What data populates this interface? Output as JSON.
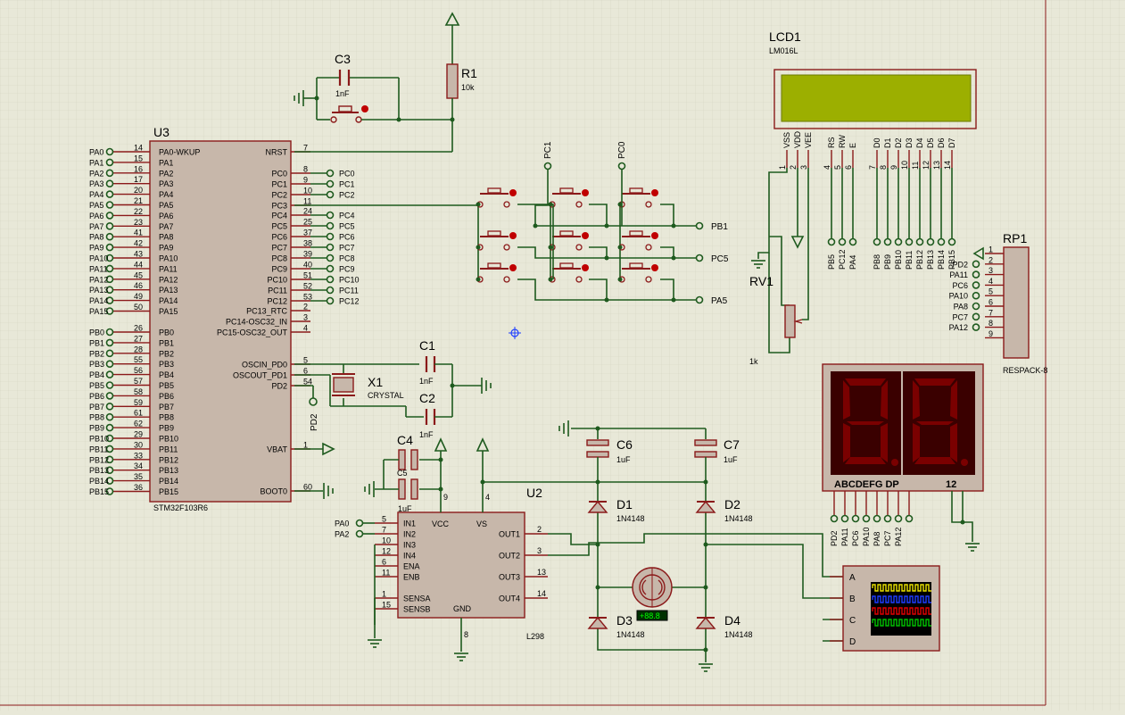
{
  "u3": {
    "ref": "U3",
    "part": "STM32F103R6",
    "left_pins": [
      {
        "net": "PA0",
        "num": "14",
        "name": "PA0-WKUP"
      },
      {
        "net": "PA1",
        "num": "15",
        "name": "PA1"
      },
      {
        "net": "PA2",
        "num": "16",
        "name": "PA2"
      },
      {
        "net": "PA3",
        "num": "17",
        "name": "PA3"
      },
      {
        "net": "PA4",
        "num": "20",
        "name": "PA4"
      },
      {
        "net": "PA5",
        "num": "21",
        "name": "PA5"
      },
      {
        "net": "PA6",
        "num": "22",
        "name": "PA6"
      },
      {
        "net": "PA7",
        "num": "23",
        "name": "PA7"
      },
      {
        "net": "PA8",
        "num": "41",
        "name": "PA8"
      },
      {
        "net": "PA9",
        "num": "42",
        "name": "PA9"
      },
      {
        "net": "PA10",
        "num": "43",
        "name": "PA10"
      },
      {
        "net": "PA11",
        "num": "44",
        "name": "PA11"
      },
      {
        "net": "PA12",
        "num": "45",
        "name": "PA12"
      },
      {
        "net": "PA13",
        "num": "46",
        "name": "PA13"
      },
      {
        "net": "PA14",
        "num": "49",
        "name": "PA14"
      },
      {
        "net": "PA15",
        "num": "50",
        "name": "PA15"
      },
      {
        "net": "PB0",
        "num": "26",
        "name": "PB0"
      },
      {
        "net": "PB1",
        "num": "27",
        "name": "PB1"
      },
      {
        "net": "PB2",
        "num": "28",
        "name": "PB2"
      },
      {
        "net": "PB3",
        "num": "55",
        "name": "PB3"
      },
      {
        "net": "PB4",
        "num": "56",
        "name": "PB4"
      },
      {
        "net": "PB5",
        "num": "57",
        "name": "PB5"
      },
      {
        "net": "PB6",
        "num": "58",
        "name": "PB6"
      },
      {
        "net": "PB7",
        "num": "59",
        "name": "PB7"
      },
      {
        "net": "PB8",
        "num": "61",
        "name": "PB8"
      },
      {
        "net": "PB9",
        "num": "62",
        "name": "PB9"
      },
      {
        "net": "PB10",
        "num": "29",
        "name": "PB10"
      },
      {
        "net": "PB11",
        "num": "30",
        "name": "PB11"
      },
      {
        "net": "PB12",
        "num": "33",
        "name": "PB12"
      },
      {
        "net": "PB13",
        "num": "34",
        "name": "PB13"
      },
      {
        "net": "PB14",
        "num": "35",
        "name": "PB14"
      },
      {
        "net": "PB15",
        "num": "36",
        "name": "PB15"
      }
    ],
    "right_pins": [
      {
        "net": "",
        "num": "7",
        "name": "NRST"
      },
      {
        "net": "PC0",
        "num": "8",
        "name": "PC0"
      },
      {
        "net": "PC1",
        "num": "9",
        "name": "PC1"
      },
      {
        "net": "PC2",
        "num": "10",
        "name": "PC2"
      },
      {
        "net": "",
        "num": "11",
        "name": "PC3"
      },
      {
        "net": "PC4",
        "num": "24",
        "name": "PC4"
      },
      {
        "net": "PC5",
        "num": "25",
        "name": "PC5"
      },
      {
        "net": "PC6",
        "num": "37",
        "name": "PC6"
      },
      {
        "net": "PC7",
        "num": "38",
        "name": "PC7"
      },
      {
        "net": "PC8",
        "num": "39",
        "name": "PC8"
      },
      {
        "net": "PC9",
        "num": "40",
        "name": "PC9"
      },
      {
        "net": "PC10",
        "num": "51",
        "name": "PC10"
      },
      {
        "net": "PC11",
        "num": "52",
        "name": "PC11"
      },
      {
        "net": "PC12",
        "num": "53",
        "name": "PC12"
      },
      {
        "net": "",
        "num": "2",
        "name": "PC13_RTC"
      },
      {
        "net": "",
        "num": "3",
        "name": "PC14-OSC32_IN"
      },
      {
        "net": "",
        "num": "4",
        "name": "PC15-OSC32_OUT"
      },
      {
        "net": "",
        "num": "5",
        "name": "OSCIN_PD0"
      },
      {
        "net": "",
        "num": "6",
        "name": "OSCOUT_PD1"
      },
      {
        "net": "",
        "num": "54",
        "name": "PD2"
      },
      {
        "net": "",
        "num": "1",
        "name": "VBAT"
      },
      {
        "net": "",
        "num": "60",
        "name": "BOOT0"
      }
    ],
    "pd2_net": "PD2"
  },
  "r1": {
    "ref": "R1",
    "value": "10k"
  },
  "c3": {
    "ref": "C3",
    "value": "1nF"
  },
  "c1": {
    "ref": "C1",
    "value": "1nF"
  },
  "c2": {
    "ref": "C2",
    "value": "1nF"
  },
  "x1": {
    "ref": "X1",
    "value": "CRYSTAL"
  },
  "c4": {
    "ref": "C4",
    "value": "1uF"
  },
  "c5": {
    "ref": "C5"
  },
  "c6": {
    "ref": "C6",
    "value": "1uF"
  },
  "c7": {
    "ref": "C7",
    "value": "1uF"
  },
  "keypad": {
    "col_nets": [
      "PC1",
      "PC0"
    ],
    "row_nets": [
      "PB1",
      "PC5",
      "PA5"
    ]
  },
  "lcd": {
    "ref": "LCD1",
    "part": "LM016L",
    "pins": [
      {
        "name": "VSS",
        "num": "1"
      },
      {
        "name": "VDD",
        "num": "2"
      },
      {
        "name": "VEE",
        "num": "3"
      },
      {
        "name": "RS",
        "num": "4"
      },
      {
        "name": "RW",
        "num": "5"
      },
      {
        "name": "E",
        "num": "6"
      },
      {
        "name": "D0",
        "num": "7"
      },
      {
        "name": "D1",
        "num": "8"
      },
      {
        "name": "D2",
        "num": "9"
      },
      {
        "name": "D3",
        "num": "10"
      },
      {
        "name": "D4",
        "num": "11"
      },
      {
        "name": "D5",
        "num": "12"
      },
      {
        "name": "D6",
        "num": "13"
      },
      {
        "name": "D7",
        "num": "14"
      }
    ],
    "nets": [
      "PB5",
      "PC12",
      "PA4",
      "PB8",
      "PB9",
      "PB10",
      "PB11",
      "PB12",
      "PB13",
      "PB14",
      "PB15"
    ]
  },
  "rv1": {
    "ref": "RV1",
    "value": "1k"
  },
  "rp1": {
    "ref": "RP1",
    "part": "RESPACK-8",
    "pins": [
      {
        "num": "1",
        "net": ""
      },
      {
        "num": "2",
        "net": "PD2"
      },
      {
        "num": "3",
        "net": "PA11"
      },
      {
        "num": "4",
        "net": "PC6"
      },
      {
        "num": "5",
        "net": "PA10"
      },
      {
        "num": "6",
        "net": "PA8"
      },
      {
        "num": "7",
        "net": "PC7"
      },
      {
        "num": "8",
        "net": "PA12"
      },
      {
        "num": "9",
        "net": ""
      }
    ]
  },
  "seg": {
    "segment_label": "ABCDEFG  DP",
    "digit_label": "12",
    "nets": [
      "PD2",
      "PA11",
      "PC6",
      "PA10",
      "PA8",
      "PC7",
      "PA12"
    ]
  },
  "u2": {
    "ref": "U2",
    "part": "L298",
    "left_pins": [
      {
        "net": "PA0",
        "num": "5",
        "name": "IN1"
      },
      {
        "net": "PA2",
        "num": "7",
        "name": "IN2"
      },
      {
        "net": "",
        "num": "10",
        "name": "IN3"
      },
      {
        "net": "",
        "num": "12",
        "name": "IN4"
      },
      {
        "net": "",
        "num": "6",
        "name": "ENA"
      },
      {
        "net": "",
        "num": "11",
        "name": "ENB"
      },
      {
        "net": "",
        "num": "1",
        "name": "SENSA"
      },
      {
        "net": "",
        "num": "15",
        "name": "SENSB"
      }
    ],
    "right_pins": [
      {
        "num": "2",
        "name": "OUT1"
      },
      {
        "num": "3",
        "name": "OUT2"
      },
      {
        "num": "13",
        "name": "OUT3"
      },
      {
        "num": "14",
        "name": "OUT4"
      }
    ],
    "vcc": "VCC",
    "vs": "VS",
    "gnd": "GND",
    "vcc_num": "9",
    "vs_num": "4",
    "gnd_num": "8"
  },
  "diodes": [
    {
      "ref": "D1",
      "value": "1N4148"
    },
    {
      "ref": "D2",
      "value": "1N4148"
    },
    {
      "ref": "D3",
      "value": "1N4148"
    },
    {
      "ref": "D4",
      "value": "1N4148"
    }
  ],
  "motor": {
    "readout": "+88.8"
  },
  "scope": {
    "channels": [
      "A",
      "B",
      "C",
      "D"
    ],
    "colors": [
      "#e8e000",
      "#1e3cff",
      "#e00000",
      "#00c000"
    ]
  }
}
